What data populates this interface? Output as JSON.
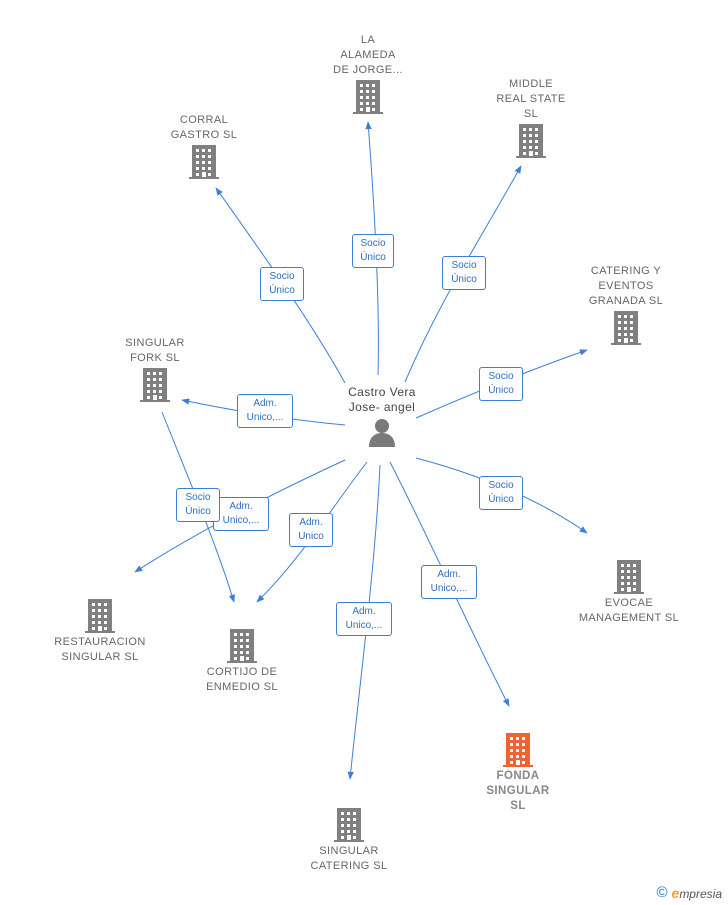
{
  "colors": {
    "edge": "#3d7fd6",
    "building": "#808080",
    "focus_building": "#f06232",
    "person": "#7a7a7a"
  },
  "center": {
    "id": "person",
    "label": "Castro Vera\nJose- angel",
    "icon": "person-icon"
  },
  "companies": [
    {
      "id": "la-alameda",
      "label": "LA\nALAMEDA\nDE JORGE...",
      "icon": "building-icon",
      "focus": false
    },
    {
      "id": "middle-real-state",
      "label": "MIDDLE\nREAL STATE\nSL",
      "icon": "building-icon",
      "focus": false
    },
    {
      "id": "corral-gastro",
      "label": "CORRAL\nGASTRO  SL",
      "icon": "building-icon",
      "focus": false
    },
    {
      "id": "catering-eventos",
      "label": "CATERING Y\nEVENTOS\nGRANADA  SL",
      "icon": "building-icon",
      "focus": false
    },
    {
      "id": "singular-fork",
      "label": "SINGULAR\nFORK  SL",
      "icon": "building-icon",
      "focus": false
    },
    {
      "id": "evocae",
      "label": "EVOCAE\nMANAGEMENT SL",
      "icon": "building-icon",
      "focus": false
    },
    {
      "id": "restauracion-singular",
      "label": "RESTAURACION\nSINGULAR  SL",
      "icon": "building-icon",
      "focus": false
    },
    {
      "id": "cortijo-enmedio",
      "label": "CORTIJO DE\nENMEDIO  SL",
      "icon": "building-icon",
      "focus": false
    },
    {
      "id": "fonda-singular",
      "label": "FONDA\nSINGULAR\nSL",
      "icon": "building-icon",
      "focus": true
    },
    {
      "id": "singular-catering",
      "label": "SINGULAR\nCATERING  SL",
      "icon": "building-icon",
      "focus": false
    }
  ],
  "relations": [
    {
      "id": "rel-la-alameda",
      "target": "la-alameda",
      "label": "Socio\nÚnico"
    },
    {
      "id": "rel-middle",
      "target": "middle-real-state",
      "label": "Socio\nÚnico"
    },
    {
      "id": "rel-corral",
      "target": "corral-gastro",
      "label": "Socio\nÚnico"
    },
    {
      "id": "rel-catering-eventos",
      "target": "catering-eventos",
      "label": "Socio\nÚnico"
    },
    {
      "id": "rel-singular-fork",
      "target": "singular-fork",
      "label": "Adm.\nUnico,..."
    },
    {
      "id": "rel-evocae",
      "target": "evocae",
      "label": "Socio\nÚnico"
    },
    {
      "id": "rel-restauracion",
      "target": "restauracion-singular",
      "label": "Adm.\nUnico,..."
    },
    {
      "id": "rel-cortijo-adm",
      "target": "cortijo-enmedio",
      "label": "Adm.\nUnico"
    },
    {
      "id": "rel-cortijo-socio",
      "target": "cortijo-enmedio",
      "label": "Socio\nÚnico"
    },
    {
      "id": "rel-fonda",
      "target": "fonda-singular",
      "label": "Adm.\nUnico,..."
    },
    {
      "id": "rel-singular-catering",
      "target": "singular-catering",
      "label": "Adm.\nUnico,..."
    }
  ],
  "brand": {
    "copyright": "©",
    "initial": "e",
    "name": "mpresia"
  }
}
